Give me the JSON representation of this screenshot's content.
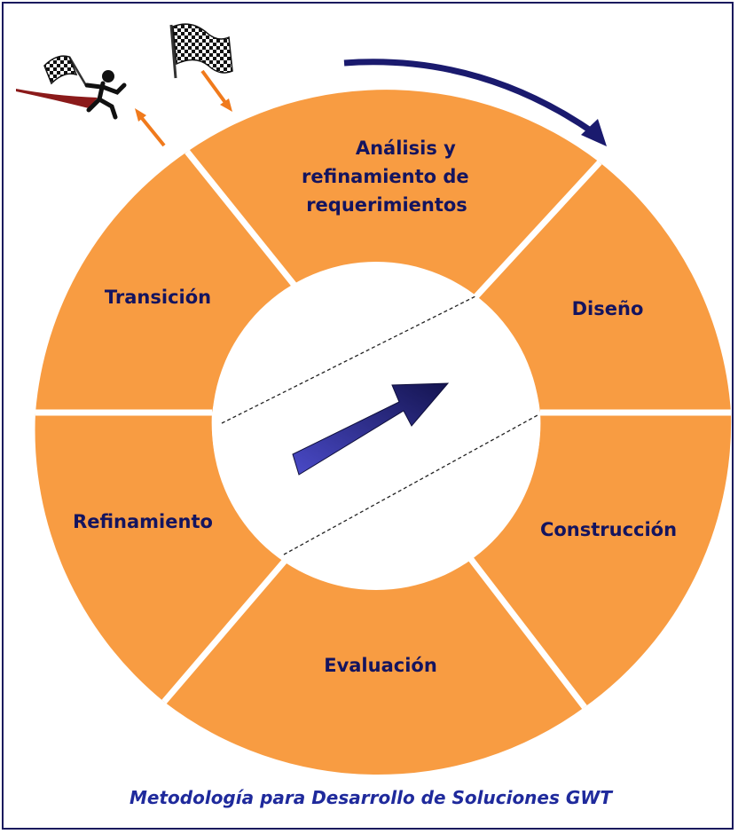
{
  "diagram": {
    "segments": [
      {
        "id": "analisis",
        "lines": [
          "Análisis y",
          "refinamiento de",
          "requerimientos"
        ]
      },
      {
        "id": "diseno",
        "lines": [
          "Diseño"
        ]
      },
      {
        "id": "construccion",
        "lines": [
          "Construcción"
        ]
      },
      {
        "id": "evaluacion",
        "lines": [
          "Evaluación"
        ]
      },
      {
        "id": "refinamiento",
        "lines": [
          "Refinamiento"
        ]
      },
      {
        "id": "transicion",
        "lines": [
          "Transición"
        ]
      }
    ],
    "caption": "Metodología para Desarrollo de Soluciones GWT"
  },
  "colors": {
    "segment_fill": "#f89c42",
    "segment_stroke": "#ffffff",
    "label": "#14145f",
    "caption": "#1f2a9c",
    "cycle_arrow": "#1a1a6e",
    "center_arrow": "#2b2b8c",
    "flag_pointer": "#f07a1c",
    "border": "#1a1a5e"
  },
  "icons": [
    "checkered-flag-icon",
    "runner-with-flag-icon",
    "clockwise-arrow-icon",
    "center-direction-arrow-icon"
  ]
}
